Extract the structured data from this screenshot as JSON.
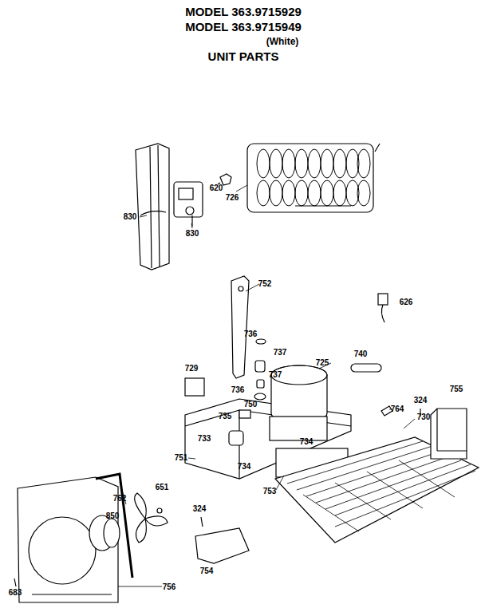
{
  "diagram": {
    "title": "UNIT PARTS",
    "labels": [
      "MODEL 363.9715929",
      "MODEL 363.9715949",
      "(White)",
      "830",
      "830",
      "620",
      "726",
      "752",
      "626",
      "736",
      "737",
      "729",
      "737",
      "725",
      "740",
      "736",
      "750",
      "764",
      "324",
      "755",
      "735",
      "730",
      "733",
      "734",
      "751",
      "734",
      "651",
      "762",
      "850",
      "324",
      "753",
      "754",
      "756",
      "683"
    ]
  }
}
